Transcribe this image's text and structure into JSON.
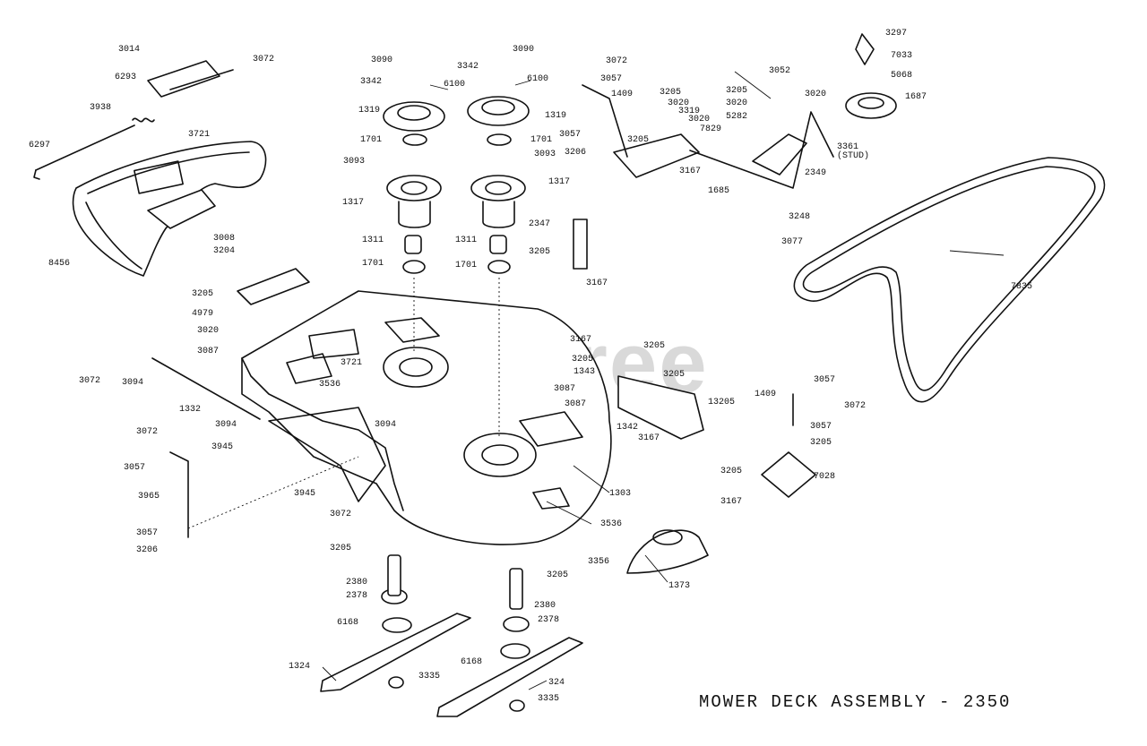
{
  "diagram": {
    "title": "MOWER DECK ASSEMBLY - 2350",
    "watermark": "PartsTree",
    "ink_color": "#111111",
    "callouts": [
      {
        "id": "c01",
        "label": "3014"
      },
      {
        "id": "c02",
        "label": "3072"
      },
      {
        "id": "c03",
        "label": "6293"
      },
      {
        "id": "c04",
        "label": "3938"
      },
      {
        "id": "c05",
        "label": "6297"
      },
      {
        "id": "c06",
        "label": "3721"
      },
      {
        "id": "c07",
        "label": "3008"
      },
      {
        "id": "c08",
        "label": "3204"
      },
      {
        "id": "c09",
        "label": "8456"
      },
      {
        "id": "c10",
        "label": "3090"
      },
      {
        "id": "c11",
        "label": "3342"
      },
      {
        "id": "c12",
        "label": "6100"
      },
      {
        "id": "c13",
        "label": "1319"
      },
      {
        "id": "c14",
        "label": "1701"
      },
      {
        "id": "c15",
        "label": "3093"
      },
      {
        "id": "c16",
        "label": "1317"
      },
      {
        "id": "c17",
        "label": "1311"
      },
      {
        "id": "c18",
        "label": "1701"
      },
      {
        "id": "c19",
        "label": "3090"
      },
      {
        "id": "c20",
        "label": "3342"
      },
      {
        "id": "c21",
        "label": "6100"
      },
      {
        "id": "c22",
        "label": "1319"
      },
      {
        "id": "c23",
        "label": "1701"
      },
      {
        "id": "c24",
        "label": "3093"
      },
      {
        "id": "c25",
        "label": "1317"
      },
      {
        "id": "c26",
        "label": "1311"
      },
      {
        "id": "c27",
        "label": "1701"
      },
      {
        "id": "c28",
        "label": "3072"
      },
      {
        "id": "c29",
        "label": "3057"
      },
      {
        "id": "c30",
        "label": "1409"
      },
      {
        "id": "c31",
        "label": "3205"
      },
      {
        "id": "c32",
        "label": "3020"
      },
      {
        "id": "c33",
        "label": "3319"
      },
      {
        "id": "c34",
        "label": "3020"
      },
      {
        "id": "c35",
        "label": "7829"
      },
      {
        "id": "c36",
        "label": "3205"
      },
      {
        "id": "c37",
        "label": "3057"
      },
      {
        "id": "c38",
        "label": "3206"
      },
      {
        "id": "c39",
        "label": "3167"
      },
      {
        "id": "c40",
        "label": "1685"
      },
      {
        "id": "c41",
        "label": "3052"
      },
      {
        "id": "c42",
        "label": "3205"
      },
      {
        "id": "c43",
        "label": "3020"
      },
      {
        "id": "c44",
        "label": "3020"
      },
      {
        "id": "c45",
        "label": "5282"
      },
      {
        "id": "c46",
        "label": "3361"
      },
      {
        "id": "c47",
        "label": "(STUD)"
      },
      {
        "id": "c48",
        "label": "2349"
      },
      {
        "id": "c49",
        "label": "3248"
      },
      {
        "id": "c50",
        "label": "3077"
      },
      {
        "id": "c51",
        "label": "3297"
      },
      {
        "id": "c52",
        "label": "7033"
      },
      {
        "id": "c53",
        "label": "5068"
      },
      {
        "id": "c54",
        "label": "1687"
      },
      {
        "id": "c55",
        "label": "7835"
      },
      {
        "id": "c56",
        "label": "2347"
      },
      {
        "id": "c57",
        "label": "3205"
      },
      {
        "id": "c58",
        "label": "3167"
      },
      {
        "id": "c59",
        "label": "3205"
      },
      {
        "id": "c60",
        "label": "4979"
      },
      {
        "id": "c61",
        "label": "3020"
      },
      {
        "id": "c62",
        "label": "3087"
      },
      {
        "id": "c63",
        "label": "3721"
      },
      {
        "id": "c64",
        "label": "3536"
      },
      {
        "id": "c65",
        "label": "3072"
      },
      {
        "id": "c66",
        "label": "3094"
      },
      {
        "id": "c67",
        "label": "1332"
      },
      {
        "id": "c68",
        "label": "3094"
      },
      {
        "id": "c69",
        "label": "3094"
      },
      {
        "id": "c70",
        "label": "3945"
      },
      {
        "id": "c71",
        "label": "3072"
      },
      {
        "id": "c72",
        "label": "3057"
      },
      {
        "id": "c73",
        "label": "3965"
      },
      {
        "id": "c74",
        "label": "3057"
      },
      {
        "id": "c75",
        "label": "3206"
      },
      {
        "id": "c76",
        "label": "3945"
      },
      {
        "id": "c77",
        "label": "3072"
      },
      {
        "id": "c78",
        "label": "1303"
      },
      {
        "id": "c79",
        "label": "3536"
      },
      {
        "id": "c80",
        "label": "3167"
      },
      {
        "id": "c81",
        "label": "3205"
      },
      {
        "id": "c82",
        "label": "3205"
      },
      {
        "id": "c83",
        "label": "1343"
      },
      {
        "id": "c84",
        "label": "3205"
      },
      {
        "id": "c85",
        "label": "3087"
      },
      {
        "id": "c86",
        "label": "3087"
      },
      {
        "id": "c87",
        "label": "1342"
      },
      {
        "id": "c88",
        "label": "3167"
      },
      {
        "id": "c89",
        "label": "13205"
      },
      {
        "id": "c90",
        "label": "1409"
      },
      {
        "id": "c91",
        "label": "3057"
      },
      {
        "id": "c92",
        "label": "3072"
      },
      {
        "id": "c93",
        "label": "3057"
      },
      {
        "id": "c94",
        "label": "3205"
      },
      {
        "id": "c95",
        "label": "3205"
      },
      {
        "id": "c96",
        "label": "7028"
      },
      {
        "id": "c97",
        "label": "3167"
      },
      {
        "id": "c98",
        "label": "3356"
      },
      {
        "id": "c99",
        "label": "1373"
      },
      {
        "id": "c100",
        "label": "3205"
      },
      {
        "id": "c101",
        "label": "2380"
      },
      {
        "id": "c102",
        "label": "2378"
      },
      {
        "id": "c103",
        "label": "6168"
      },
      {
        "id": "c104",
        "label": "1324"
      },
      {
        "id": "c105",
        "label": "3335"
      },
      {
        "id": "c106",
        "label": "3205"
      },
      {
        "id": "c107",
        "label": "2380"
      },
      {
        "id": "c108",
        "label": "2378"
      },
      {
        "id": "c109",
        "label": "6168"
      },
      {
        "id": "c110",
        "label": "324"
      },
      {
        "id": "c111",
        "label": "3335"
      }
    ]
  }
}
